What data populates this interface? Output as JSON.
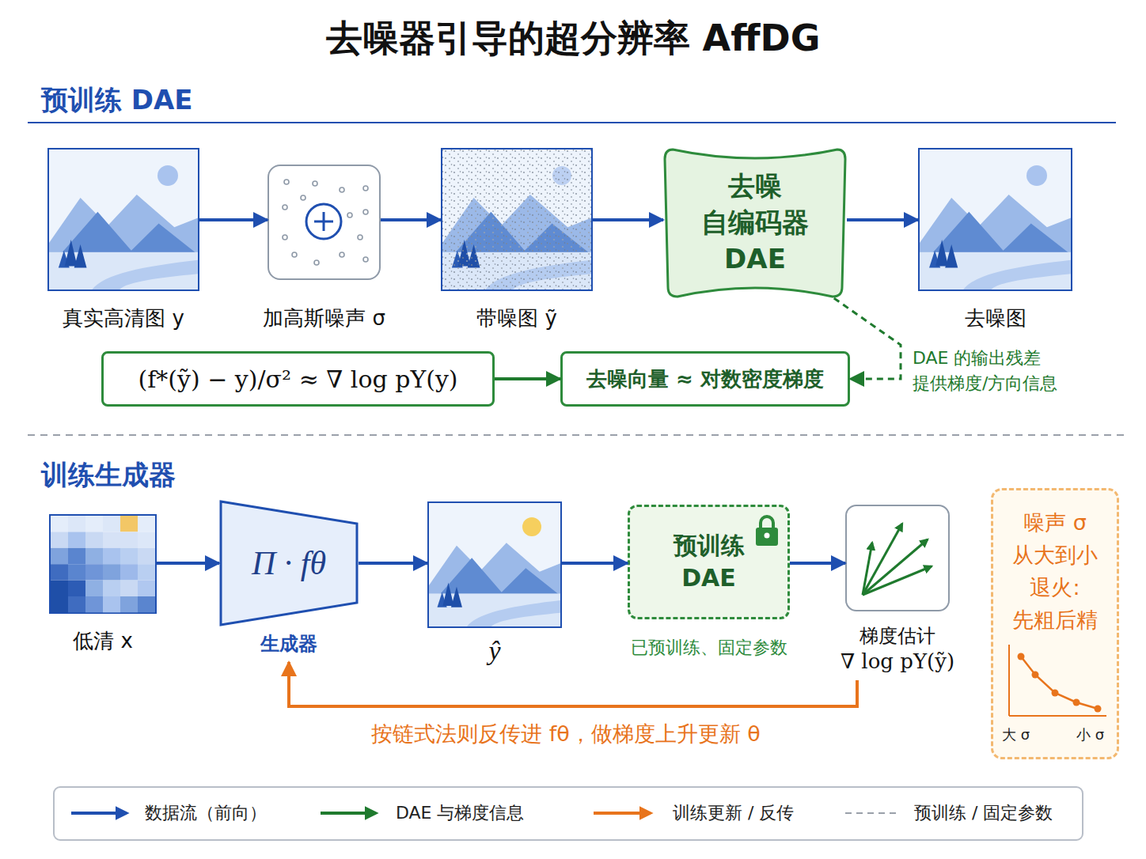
{
  "diagram": {
    "title": "去噪器引导的超分辨率 AffDG",
    "nodes": [
      {
        "text": [
          "真实高清图 y"
        ]
      },
      {
        "text": [
          "加高斯噪声 σ"
        ]
      },
      {
        "text": [
          "带噪图 ỹ"
        ]
      },
      {
        "text": [
          "去噪 自编码器 DAE"
        ]
      },
      {
        "text": [
          "去噪图"
        ]
      },
      {
        "text": [
          "(f*(ỹ) − y)/σ² ≈ ∇ log pY(y)"
        ]
      },
      {
        "text": [
          "去噪向量 ≈ 对数密度梯度"
        ]
      },
      {
        "text": [
          "低清 x"
        ]
      },
      {
        "text": [
          "Π · fθ",
          "生成器"
        ]
      },
      {
        "text": [
          "ŷ"
        ]
      },
      {
        "text": [
          "预训练 DAE",
          "已预训练、固定参数"
        ]
      },
      {
        "text": [
          "梯度估计",
          "∇ log pY(ỹ)"
        ]
      },
      {
        "text": [
          "噪声 σ 从大到小 退火: 先粗后精"
        ]
      }
    ],
    "edges": [
      {
        "from": 0,
        "to": 1,
        "arrow": "to"
      },
      {
        "from": 1,
        "to": 2,
        "arrow": "to"
      },
      {
        "from": 2,
        "to": 3,
        "arrow": "to"
      },
      {
        "from": 3,
        "to": 4,
        "arrow": "to"
      },
      {
        "from": 5,
        "to": 6,
        "arrow": "to"
      },
      {
        "from": 3,
        "to": 6,
        "label": "DAE 的输出残差 提供梯度/方向信息",
        "arrow": "to"
      },
      {
        "from": 7,
        "to": 8,
        "arrow": "to"
      },
      {
        "from": 8,
        "to": 9,
        "arrow": "to"
      },
      {
        "from": 9,
        "to": 10,
        "arrow": "to"
      },
      {
        "from": 10,
        "to": 11,
        "arrow": "to"
      },
      {
        "from": 11,
        "to": 8,
        "label": "按链式法则反传进 fθ，做梯度上升更新 θ",
        "arrow": "to"
      }
    ],
    "labels": [
      "预训练 DAE",
      "训练生成器",
      "大 σ",
      "小 σ"
    ],
    "legend": [
      {
        "text": "数据流（前向）"
      },
      {
        "text": "DAE 与梯度信息"
      },
      {
        "text": "训练更新 / 反传"
      },
      {
        "text": "预训练 / 固定参数"
      }
    ]
  }
}
